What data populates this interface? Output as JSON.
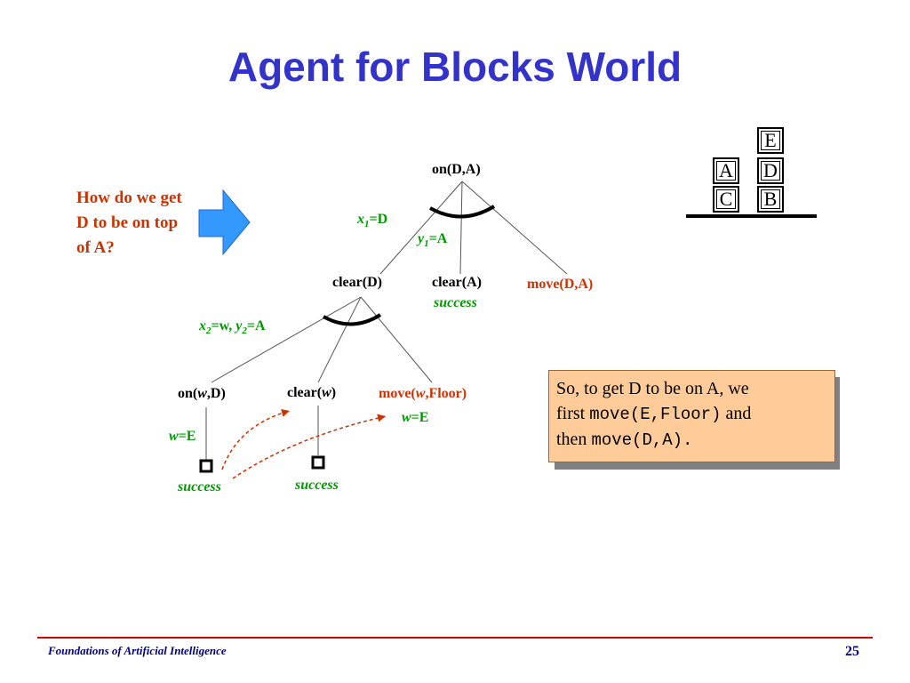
{
  "slide": {
    "title": "Agent for Blocks World",
    "question": "How do we get D to be on top of A?"
  },
  "tree": {
    "root": "on(D,A)",
    "level1": {
      "clear_d": "clear(D)",
      "clear_a": "clear(A)",
      "move_da": "move(D,A)"
    },
    "level2": {
      "on_pre": "on(",
      "on_var": "w",
      "on_post": ",D)",
      "clear_pre": "clear(",
      "clear_var": "w",
      "clear_post": ")",
      "move_pre": "move(",
      "move_var": "w",
      "move_post": ",Floor)"
    },
    "bindings": {
      "x1_var": "x",
      "x1_sub": "1",
      "x1_val": "=D",
      "y1_var": "y",
      "y1_sub": "1",
      "y1_val": "=A",
      "x2_var": "x",
      "x2_sub": "2",
      "x2_mid": "=w, ",
      "y2_var": "y",
      "y2_sub": "2",
      "y2_val": "=A",
      "wE_var": "w",
      "wE_val": "=E",
      "wE2_var": "w",
      "wE2_val": "=E"
    },
    "success_label": "success"
  },
  "callout": {
    "line1": "So, to get D to be on A, we",
    "line2_pre": "first ",
    "line2_code": "move(E,Floor)",
    "line2_post": " and",
    "line3_pre": "then ",
    "line3_code": "move(D,A).",
    "line3_post": ""
  },
  "blocks": [
    "E",
    "A",
    "D",
    "C",
    "B"
  ],
  "footer": {
    "course": "Foundations of Artificial Intelligence",
    "page": "25"
  },
  "colors": {
    "title": "#3333cc",
    "action": "#cc3300",
    "binding": "#009900",
    "callout_bg": "#ffcc99",
    "arrow": "#3399ff",
    "footer_line": "#cc0000"
  }
}
